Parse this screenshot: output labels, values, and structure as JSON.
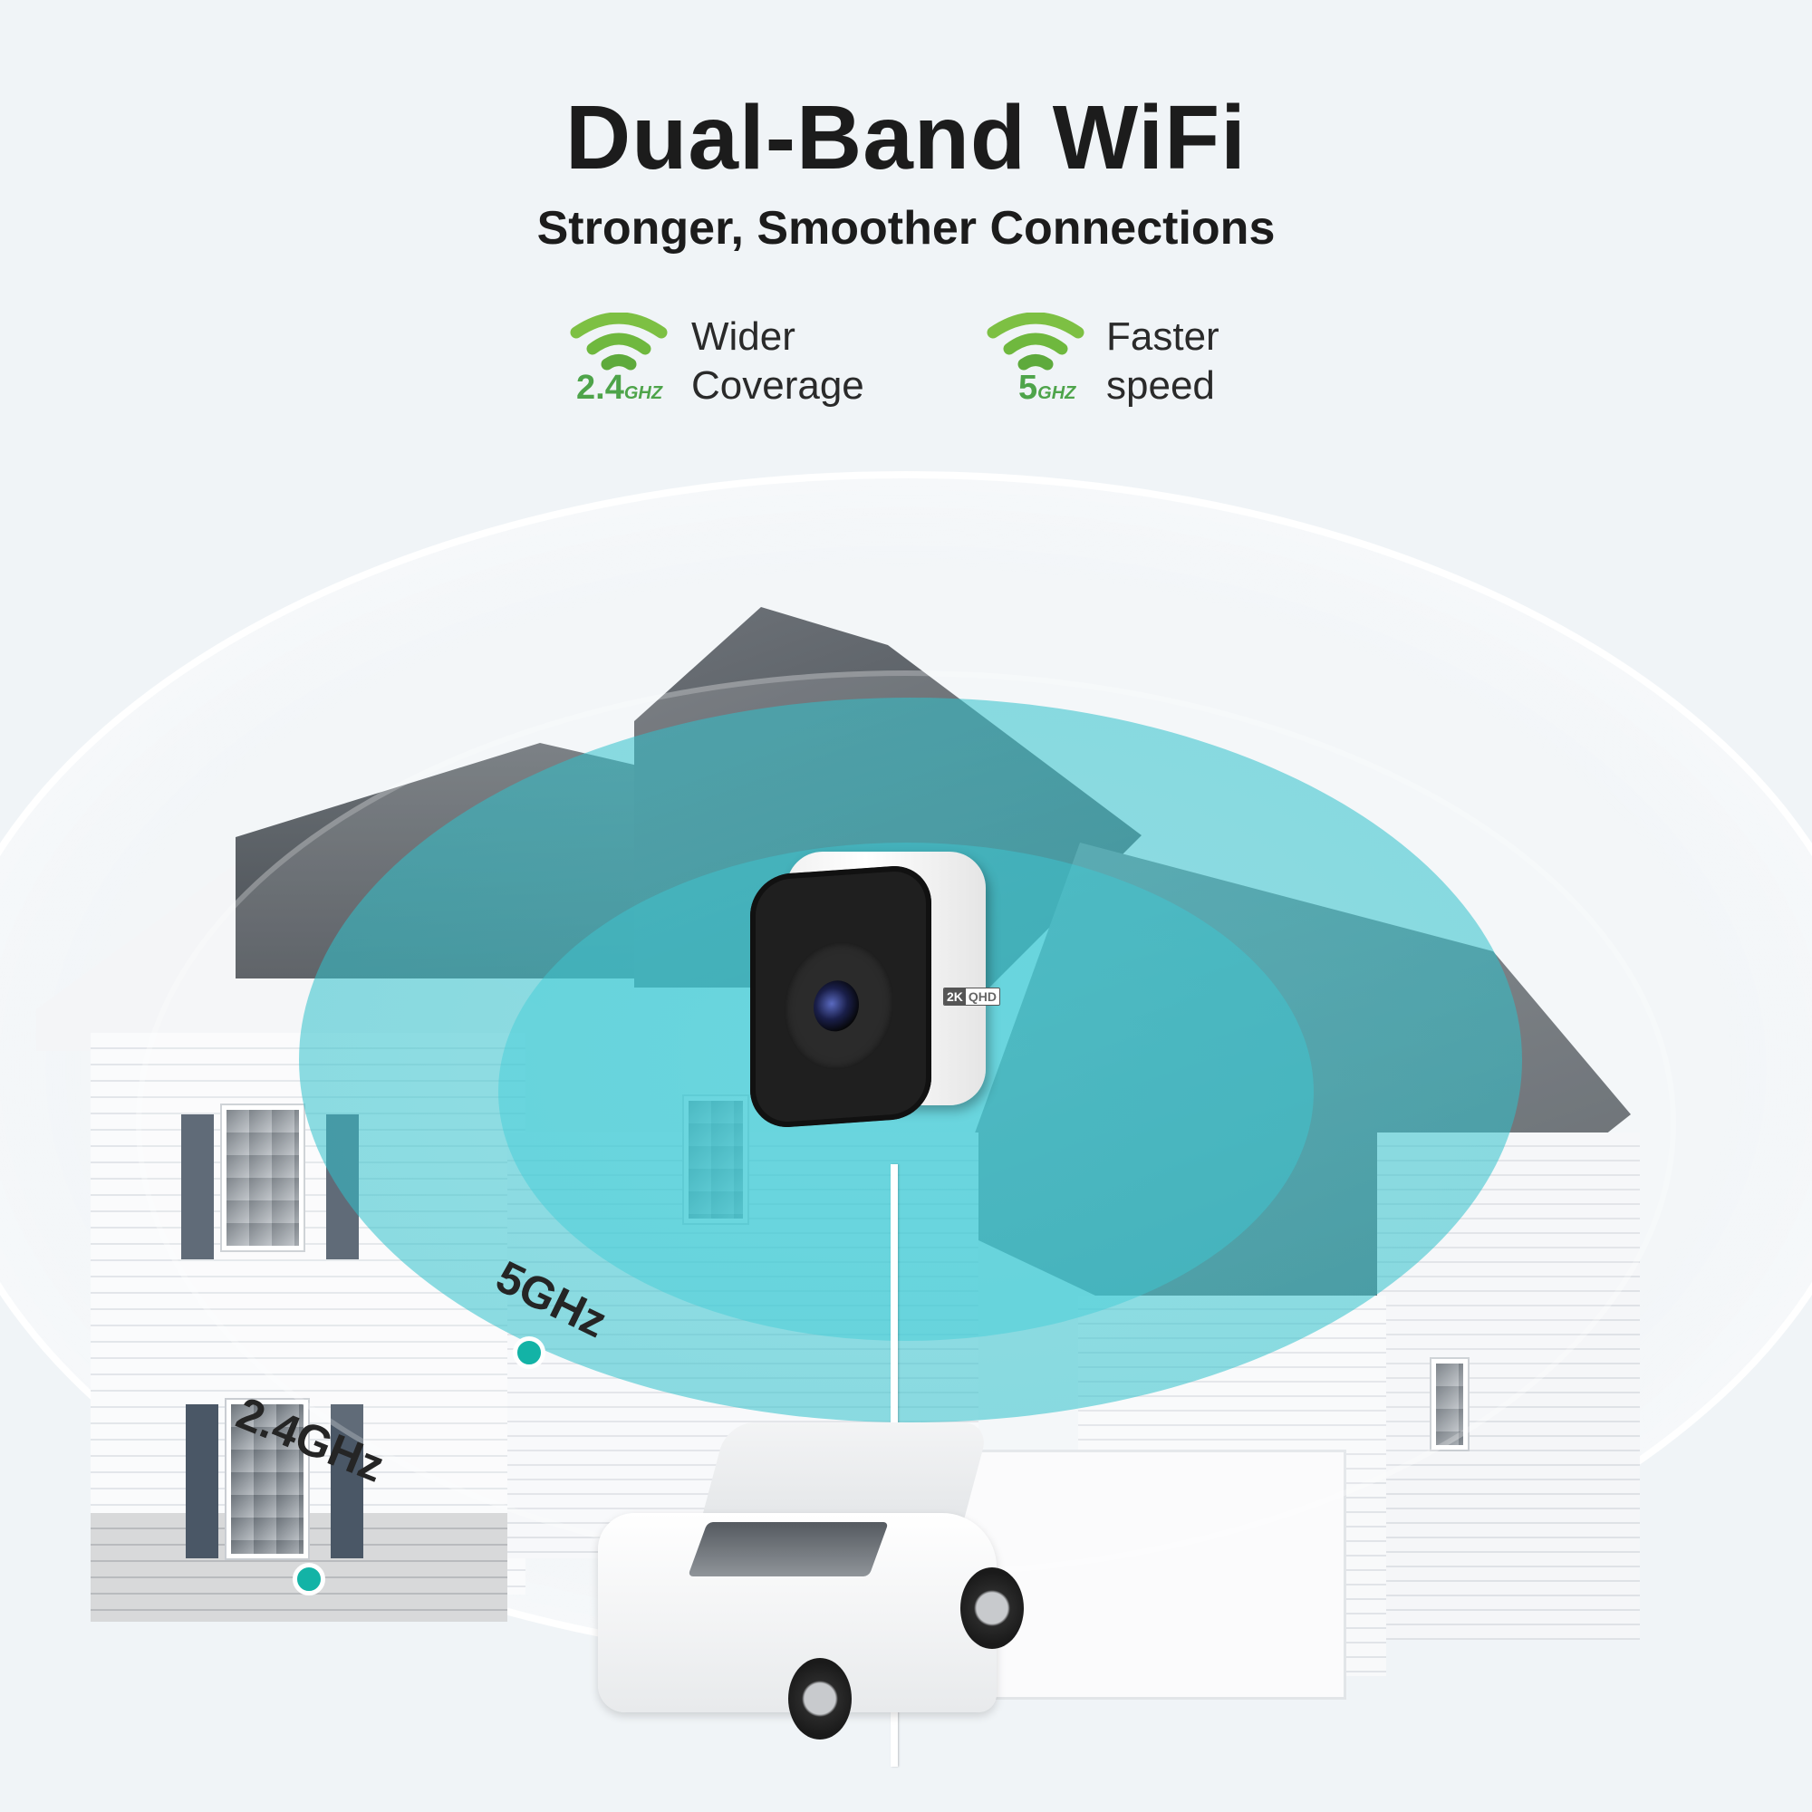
{
  "header": {
    "title": "Dual-Band WiFi",
    "subtitle": "Stronger, Smoother Connections"
  },
  "features": [
    {
      "icon": "wifi-icon",
      "band_number": "2.4",
      "band_unit": "GHZ",
      "line1": "Wider",
      "line2": "Coverage"
    },
    {
      "icon": "wifi-icon",
      "band_number": "5",
      "band_unit": "GHZ",
      "line1": "Faster",
      "line2": "speed"
    }
  ],
  "scene": {
    "camera_badge_left": "2K",
    "camera_badge_right": "QHD",
    "labels": {
      "inner_band": "5GHz",
      "outer_band": "2.4GHz"
    }
  },
  "colors": {
    "background": "#f0f4f7",
    "accent_green": "#4ea44a",
    "wifi_green": "#7dc043",
    "signal_cyan": "#3fcad4",
    "dot_teal": "#13b3a6",
    "text_dark": "#1c1c1c"
  }
}
